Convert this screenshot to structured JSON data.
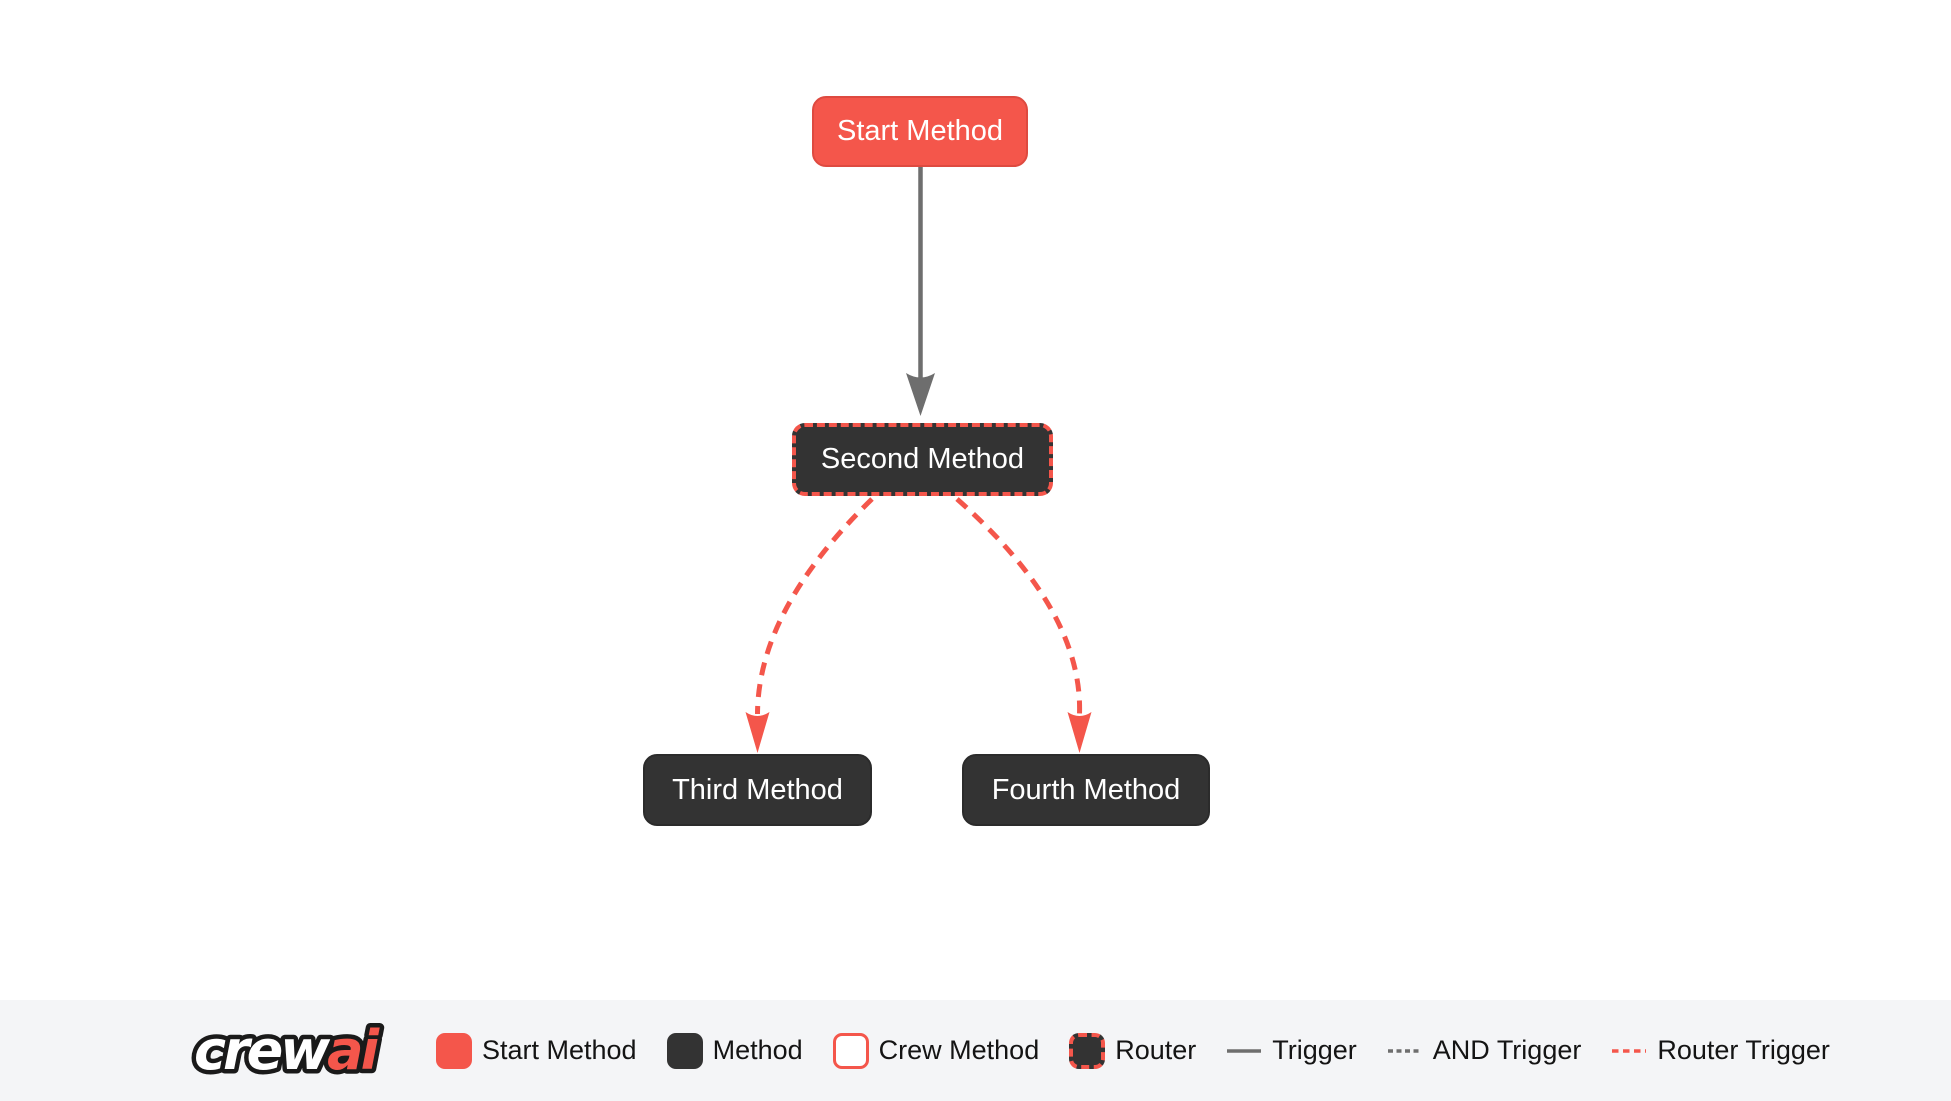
{
  "colors": {
    "accent_red": "#F4564B",
    "accent_red_border": "#DE4A40",
    "node_dark": "#333333",
    "edge_gray": "#6E6E6E",
    "canvas_bg": "#FFFFFF",
    "legend_bg": "#F4F5F7",
    "node_text": "#FFFFFF",
    "legend_text": "#141414"
  },
  "diagram": {
    "nodes": [
      {
        "id": "start_method",
        "label": "Start Method",
        "type": "start"
      },
      {
        "id": "second_method",
        "label": "Second Method",
        "type": "router"
      },
      {
        "id": "third_method",
        "label": "Third Method",
        "type": "method"
      },
      {
        "id": "fourth_method",
        "label": "Fourth Method",
        "type": "method"
      }
    ],
    "edges": [
      {
        "from": "start_method",
        "to": "second_method",
        "type": "trigger"
      },
      {
        "from": "second_method",
        "to": "third_method",
        "type": "router_trigger"
      },
      {
        "from": "second_method",
        "to": "fourth_method",
        "type": "router_trigger"
      }
    ]
  },
  "legend": {
    "logo_crew": "crew",
    "logo_ai": "ai",
    "items": [
      {
        "label": "Start Method",
        "swatch": "start-node-swatch"
      },
      {
        "label": "Method",
        "swatch": "method-node-swatch"
      },
      {
        "label": "Crew Method",
        "swatch": "crew-node-swatch"
      },
      {
        "label": "Router",
        "swatch": "router-node-swatch"
      },
      {
        "label": "Trigger",
        "swatch": "solid-gray-line"
      },
      {
        "label": "AND Trigger",
        "swatch": "dashed-gray-line"
      },
      {
        "label": "Router Trigger",
        "swatch": "dashed-red-line"
      }
    ]
  }
}
